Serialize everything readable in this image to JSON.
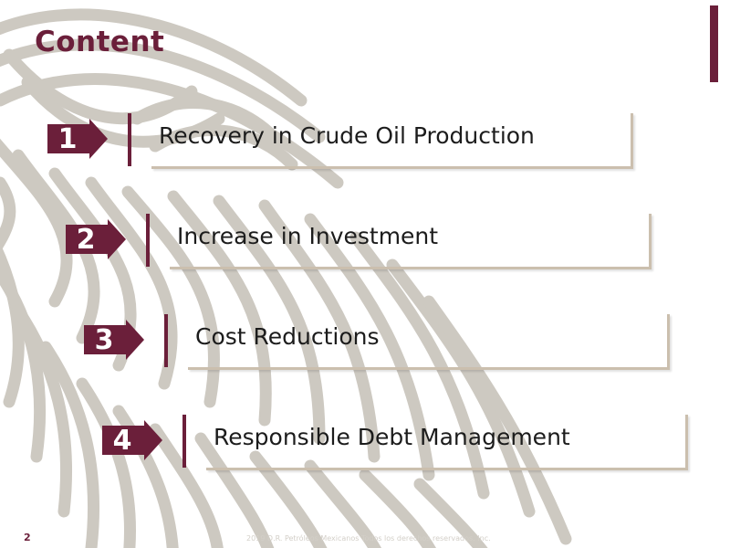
{
  "colors": {
    "accent": "#6b1f3a",
    "pattern": "#bdb7ae",
    "frame": "#cbbfae"
  },
  "title": "Content",
  "items": [
    {
      "number": "1",
      "label": "Recovery in Crude Oil Production"
    },
    {
      "number": "2",
      "label": "Increase in Investment"
    },
    {
      "number": "3",
      "label": "Cost Reductions"
    },
    {
      "number": "4",
      "label": "Responsible Debt Management"
    }
  ],
  "footer": {
    "page_number": "2",
    "copyright": "2019 D.R. Petróleos Mexicanos Todos los derechos reservados. Inc."
  }
}
